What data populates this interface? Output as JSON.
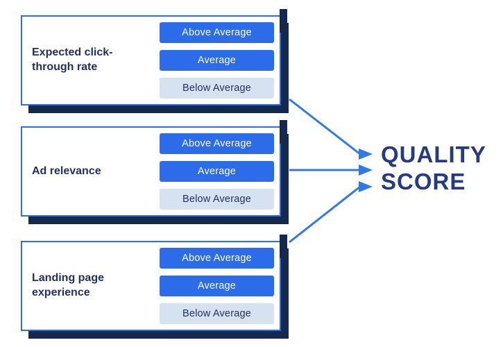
{
  "colors": {
    "accent_blue": "#2d6ce9",
    "light_button_bg": "#d7e2f0",
    "navy_shadow": "#132a4e",
    "navy_text": "#223061",
    "title_navy": "#253a80",
    "arrow_blue": "#2e78e8"
  },
  "cards": [
    {
      "label": "Expected click-through rate",
      "options": [
        {
          "label": "Above Average",
          "variant": "solid"
        },
        {
          "label": "Average",
          "variant": "solid"
        },
        {
          "label": "Below Average",
          "variant": "muted"
        }
      ]
    },
    {
      "label": "Ad relevance",
      "options": [
        {
          "label": "Above Average",
          "variant": "solid"
        },
        {
          "label": "Average",
          "variant": "solid"
        },
        {
          "label": "Below Average",
          "variant": "muted"
        }
      ]
    },
    {
      "label": "Landing page experience",
      "options": [
        {
          "label": "Above Average",
          "variant": "solid"
        },
        {
          "label": "Average",
          "variant": "solid"
        },
        {
          "label": "Below Average",
          "variant": "muted"
        }
      ]
    }
  ],
  "result": {
    "line1": "QUALITY",
    "line2": "SCORE"
  }
}
